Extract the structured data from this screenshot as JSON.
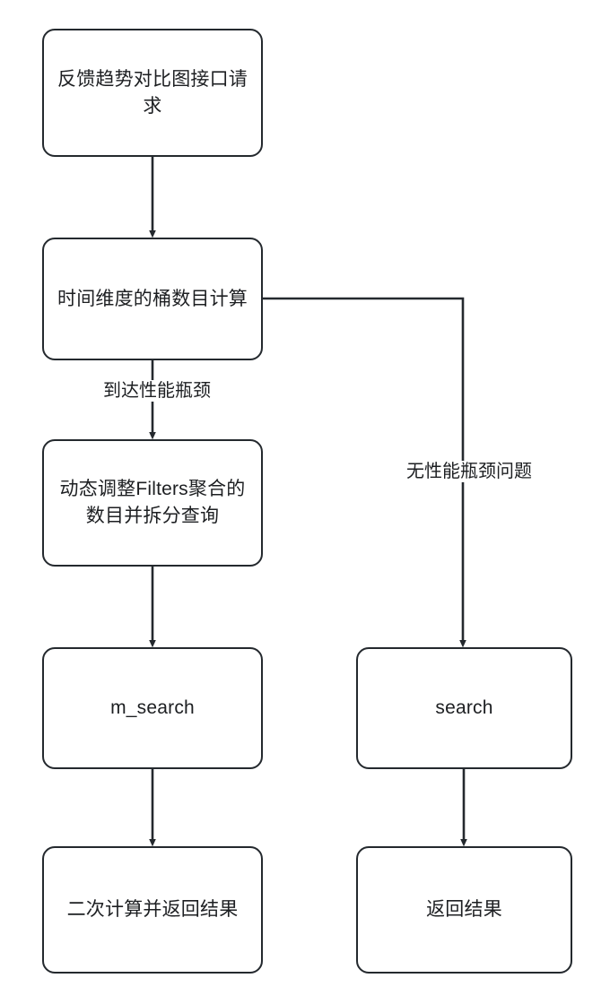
{
  "diagram": {
    "title": "",
    "background_color": "#ffffff",
    "stroke_color": "#24292e",
    "text_color": "#1d1f22",
    "nodes": {
      "request": "反馈趋势对比图接口请求",
      "bucket_calc": "时间维度的桶数目计算",
      "dynamic_filters": "动态调整Filters聚合的数目并拆分查询",
      "m_search": "m_search",
      "recalc_return": "二次计算并返回结果",
      "search": "search",
      "return_result": "返回结果"
    },
    "edge_labels": {
      "bottleneck": "到达性能瓶颈",
      "no_bottleneck": "无性能瓶颈问题"
    },
    "edges": [
      {
        "from": "request",
        "to": "bucket_calc",
        "label": ""
      },
      {
        "from": "bucket_calc",
        "to": "dynamic_filters",
        "label": "到达性能瓶颈"
      },
      {
        "from": "bucket_calc",
        "to": "search",
        "label": "无性能瓶颈问题"
      },
      {
        "from": "dynamic_filters",
        "to": "m_search",
        "label": ""
      },
      {
        "from": "m_search",
        "to": "recalc_return",
        "label": ""
      },
      {
        "from": "search",
        "to": "return_result",
        "label": ""
      }
    ]
  }
}
